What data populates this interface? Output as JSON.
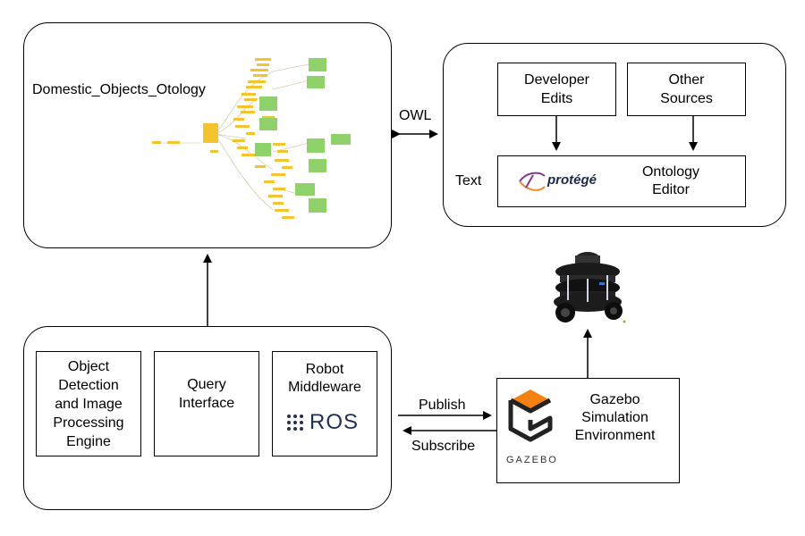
{
  "ontology": {
    "title": "Domestic_Objects_Otology"
  },
  "edit_panel": {
    "developer_edits": "Developer\nEdits",
    "other_sources": "Other\nSources",
    "text_label": "Text",
    "protege_logo": "protégé",
    "ontology_editor": "Ontology\nEditor"
  },
  "connections": {
    "owl": "OWL",
    "publish": "Publish",
    "subscribe": "Subscribe"
  },
  "system": {
    "object_detection": "Object\nDetection\nand Image\nProcessing\nEngine",
    "query_interface": "Query\nInterface",
    "robot_middleware": "Robot\nMiddleware",
    "ros_logo": "ROS"
  },
  "gazebo": {
    "label": "Gazebo\nSimulation\nEnvironment",
    "logo_text": "GAZEBO"
  },
  "colors": {
    "gazebo_orange": "#f58113",
    "ros_blue": "#22314e",
    "node_yellow": "#f4c430",
    "node_green": "#8fd16a"
  }
}
